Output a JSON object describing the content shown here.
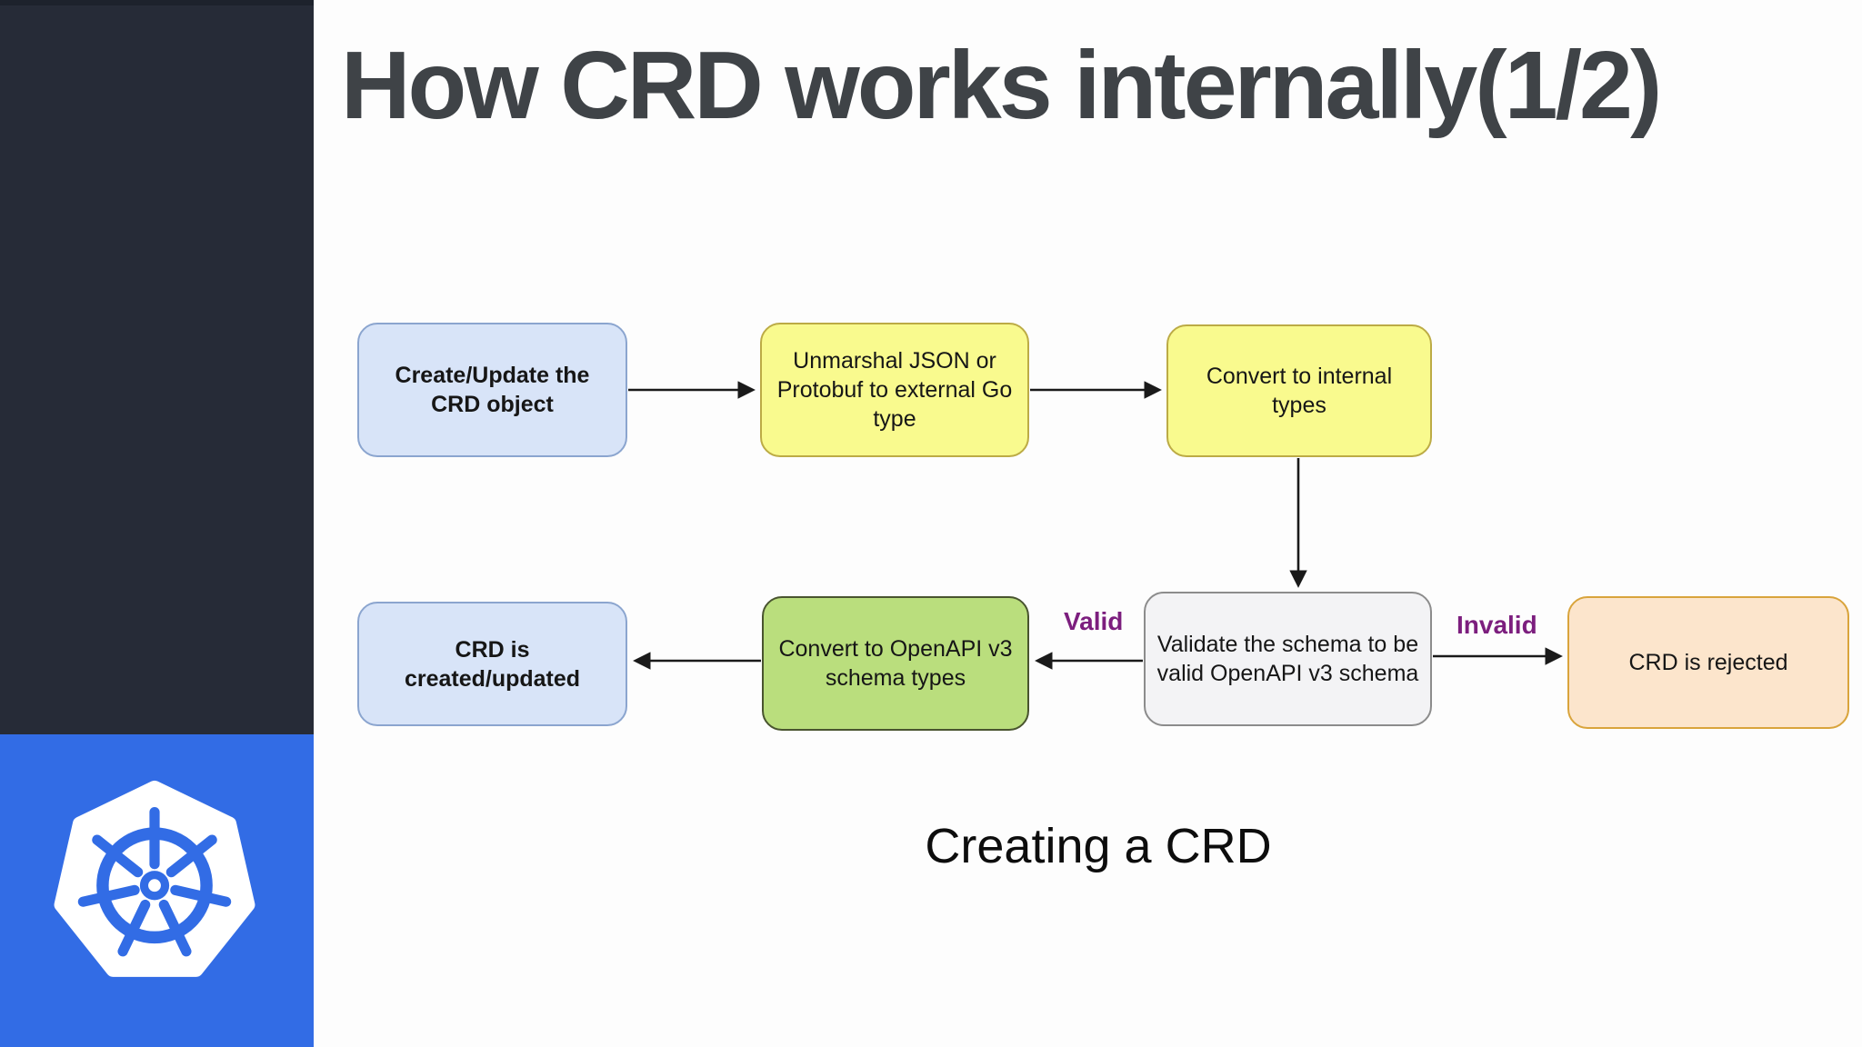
{
  "slide": {
    "title": "How CRD works internally(1/2)",
    "title_color": "#3f4347",
    "caption": "Creating a CRD",
    "background": "#fdfdfd"
  },
  "sidebar": {
    "dark_color": "#262b37",
    "brand_color": "#326ce5",
    "logo": "kubernetes-helm-wheel",
    "logo_wheel_color": "#326ce5",
    "logo_plate_color": "#ffffff"
  },
  "flowchart": {
    "arrow_color": "#1a1a1a",
    "nodes": [
      {
        "id": "create-update-crd",
        "label": "Create/Update the CRD object",
        "fill": "#d8e4f8",
        "border": "#8ba5cf"
      },
      {
        "id": "unmarshal-json",
        "label": "Unmarshal JSON or Protobuf to external Go type",
        "fill": "#f9fa8e",
        "border": "#bcab45"
      },
      {
        "id": "convert-internal",
        "label": "Convert to internal types",
        "fill": "#f9fa8e",
        "border": "#bcab45"
      },
      {
        "id": "crd-created-updated",
        "label": "CRD is created/updated",
        "fill": "#d8e4f8",
        "border": "#8ba5cf"
      },
      {
        "id": "convert-openapi",
        "label": "Convert to OpenAPI v3 schema types",
        "fill": "#bade7d",
        "border": "#49542f"
      },
      {
        "id": "validate-schema",
        "label": "Validate the schema to be valid OpenAPI v3 schema",
        "fill": "#f3f3f5",
        "border": "#8c8c8c"
      },
      {
        "id": "crd-rejected",
        "label": "CRD is rejected",
        "fill": "#fce5cc",
        "border": "#d9a43c"
      }
    ],
    "edge_labels": [
      {
        "id": "valid",
        "text": "Valid",
        "color": "#7c1e7e"
      },
      {
        "id": "invalid",
        "text": "Invalid",
        "color": "#7c1e7e"
      }
    ]
  }
}
